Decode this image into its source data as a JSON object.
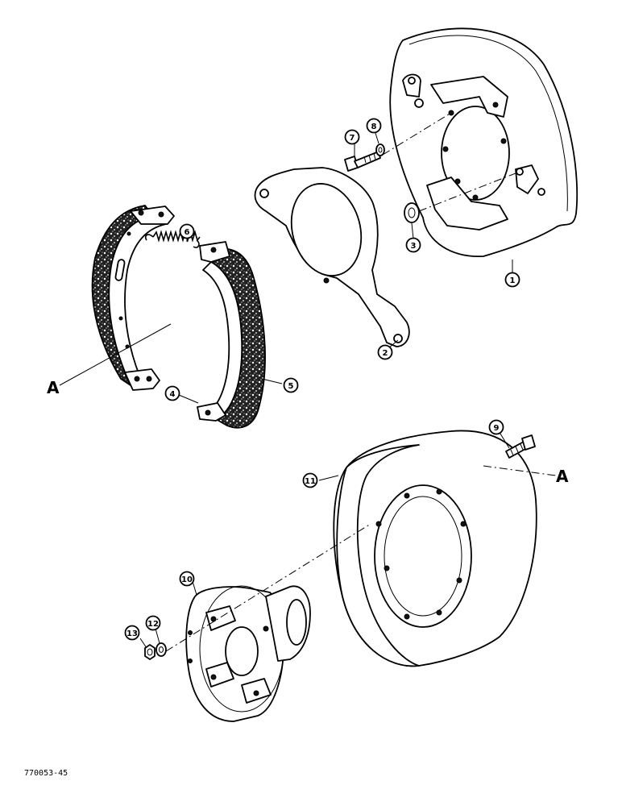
{
  "diagram": {
    "callouts": [
      {
        "id": "1",
        "part": "backing-plate"
      },
      {
        "id": "2",
        "part": "anchor-bracket"
      },
      {
        "id": "3",
        "part": "washer"
      },
      {
        "id": "4",
        "part": "brake-shoe-left"
      },
      {
        "id": "5",
        "part": "brake-shoe-right"
      },
      {
        "id": "6",
        "part": "return-spring"
      },
      {
        "id": "7",
        "part": "bolt"
      },
      {
        "id": "8",
        "part": "lock-washer"
      },
      {
        "id": "9",
        "part": "drum-bolt"
      },
      {
        "id": "10",
        "part": "hub"
      },
      {
        "id": "11",
        "part": "brake-drum"
      },
      {
        "id": "12",
        "part": "hub-lock-washer"
      },
      {
        "id": "13",
        "part": "hub-nut"
      }
    ],
    "reference_letter": "A",
    "figure_code": "770053-45"
  }
}
